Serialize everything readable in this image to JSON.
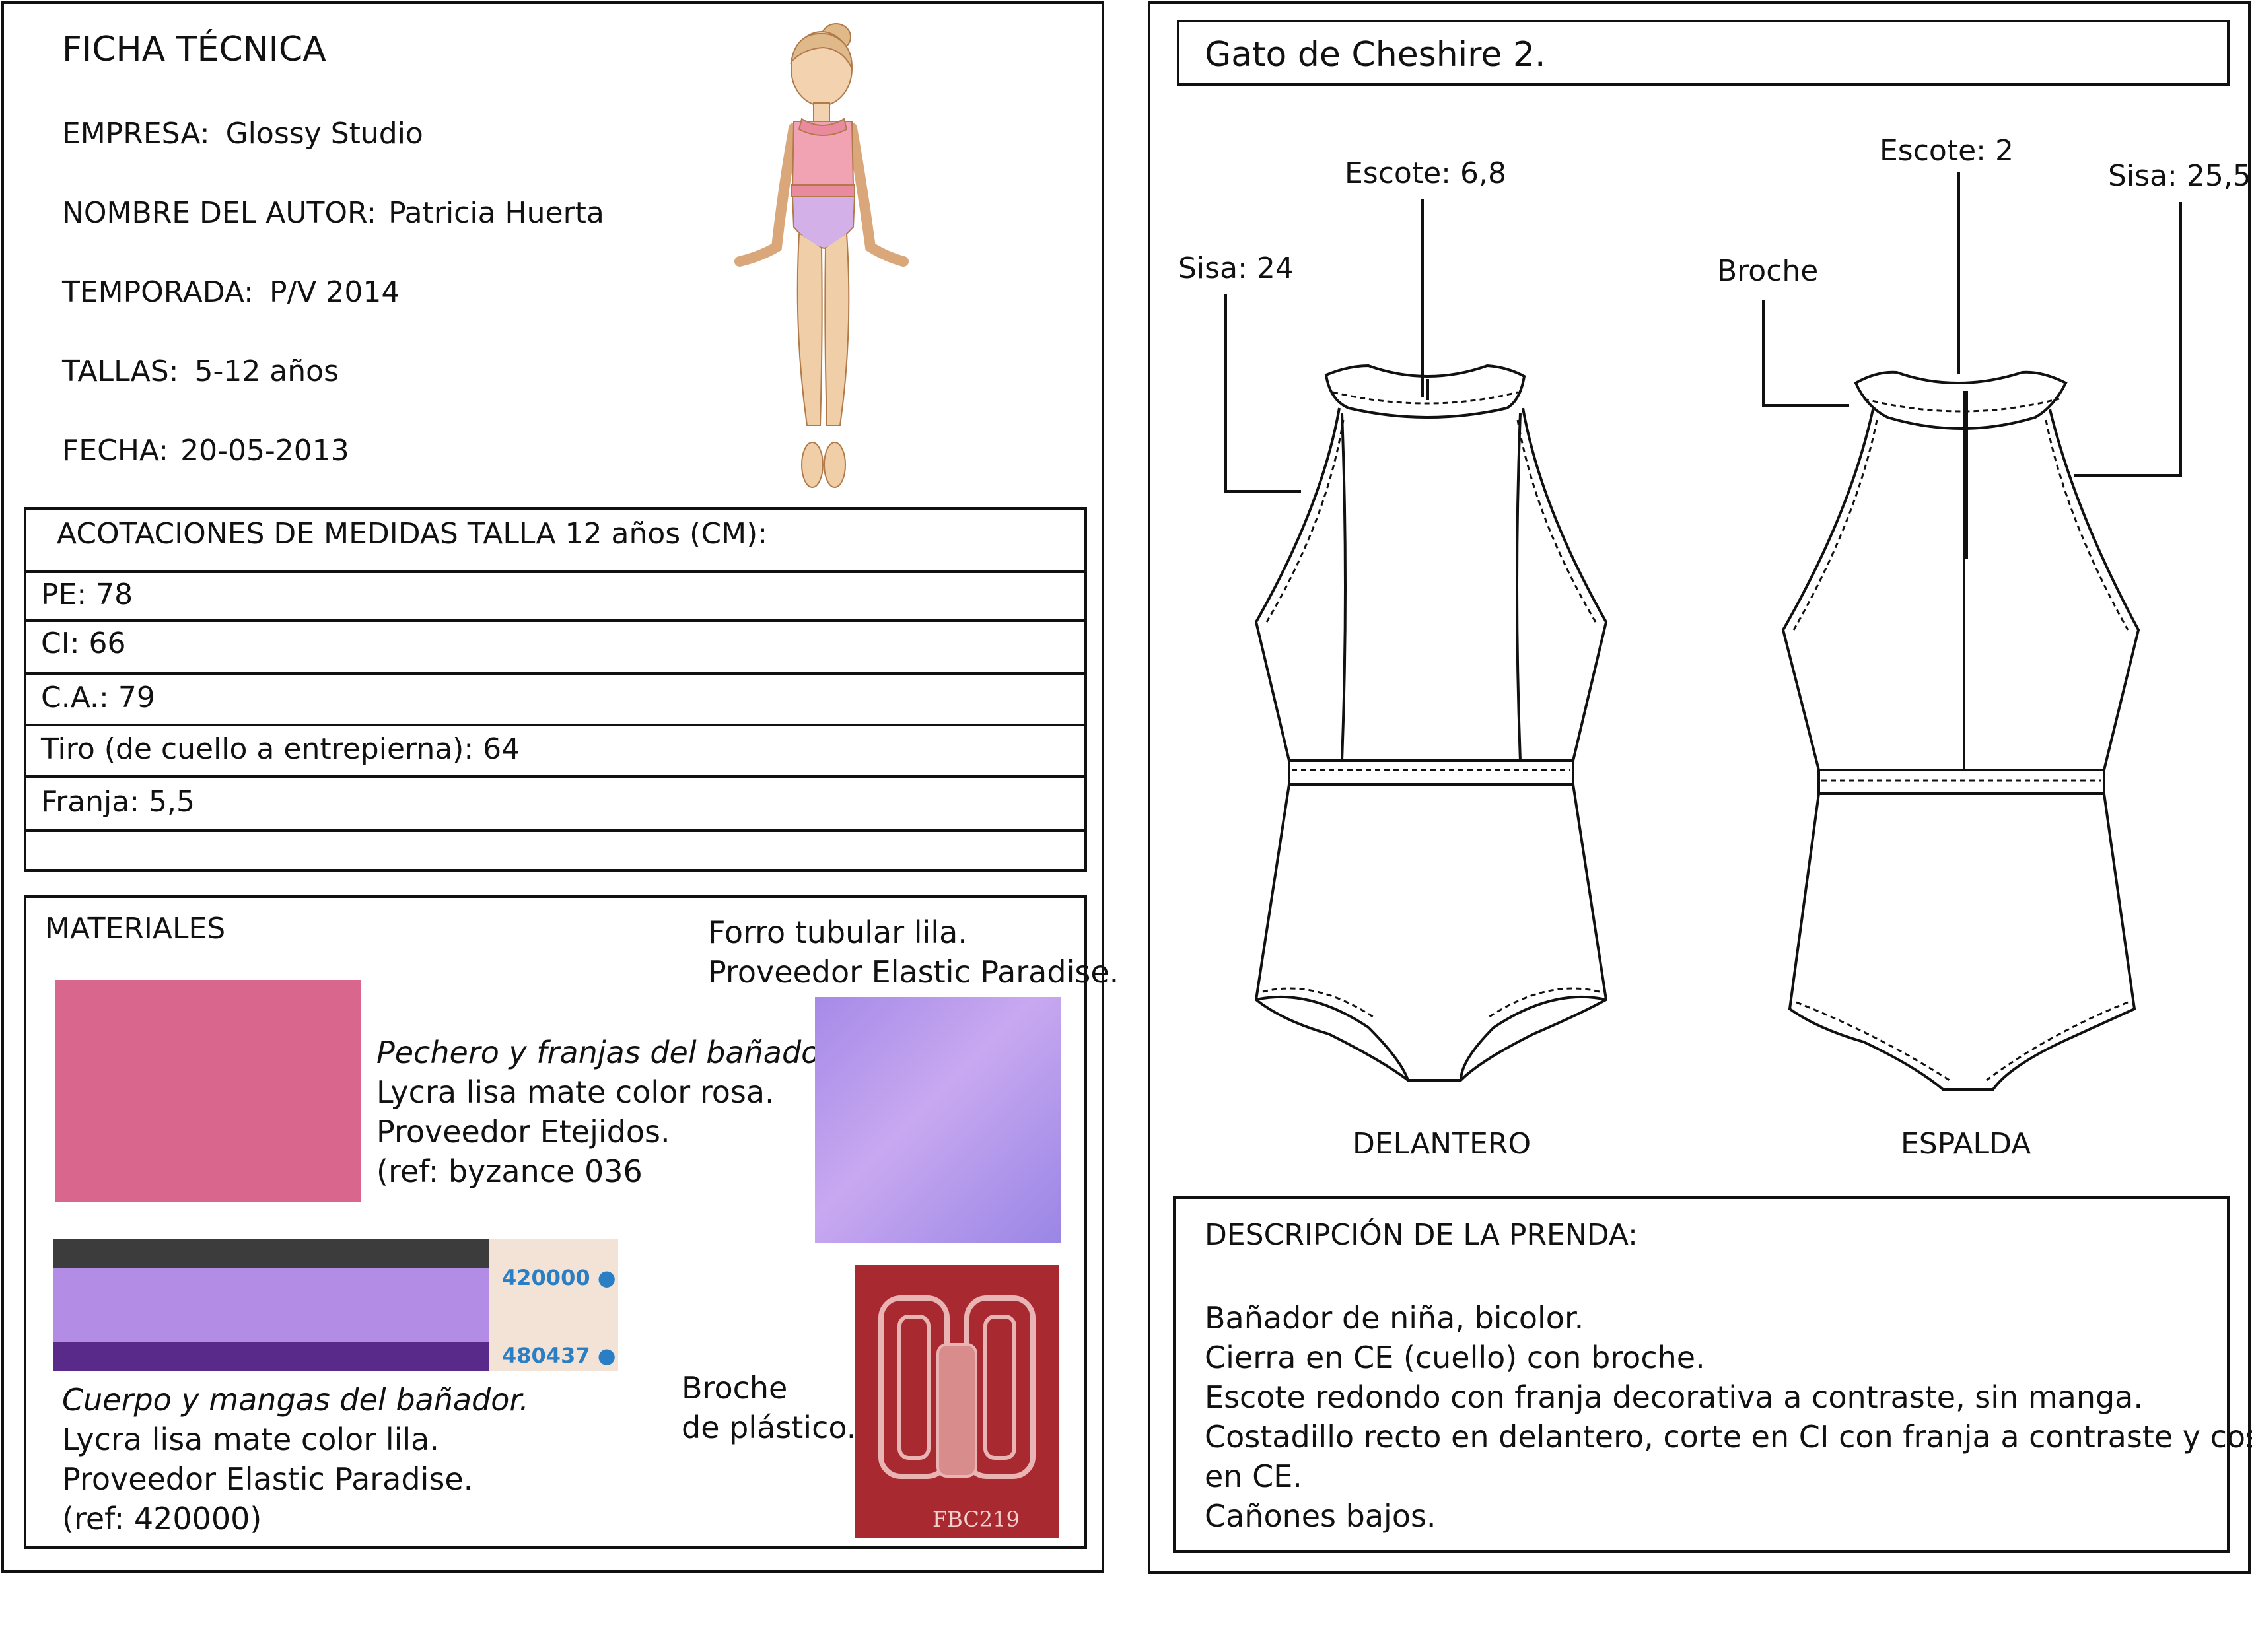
{
  "header": {
    "title": "FICHA TÉCNICA",
    "company_label": "EMPRESA:",
    "company": "Glossy Studio",
    "author_label": "NOMBRE DEL AUTOR:",
    "author": "Patricia Huerta",
    "season_label": "TEMPORADA:",
    "season": "P/V 2014",
    "sizes_label": "TALLAS:",
    "sizes": "5-12 años",
    "date_label": "FECHA:",
    "date": "20-05-2013"
  },
  "measures": {
    "title": "ACOTACIONES DE MEDIDAS TALLA 12 años (CM):",
    "rows": [
      "PE: 78",
      "CI: 66",
      "C.A.: 79",
      "Tiro (de cuello a entrepierna): 64",
      "Franja: 5,5"
    ]
  },
  "materials": {
    "title": "MATERIALES",
    "pink_lines": [
      "Pechero y franjas del bañador.",
      "Lycra lisa mate color rosa.",
      "Proveedor Etejidos.",
      "(ref: byzance 036"
    ],
    "lining_lines": [
      "Forro tubular lila.",
      "Proveedor Elastic Paradise."
    ],
    "lilac_lines": [
      "Cuerpo y mangas del bañador.",
      "Lycra lisa mate color lila.",
      "Proveedor Elastic Paradise.",
      "(ref: 420000)"
    ],
    "clasp_lines": [
      "Broche",
      "de plástico."
    ],
    "swatch_codes": [
      "420000",
      "480437"
    ],
    "clasp_code": "FBC219",
    "colors": {
      "pink": "#d9668c",
      "lilac": "#b38ce6",
      "purple_dark": "#5a2a8a",
      "clasp_bg": "#a82a30"
    }
  },
  "design": {
    "title": "Gato de Cheshire 2.",
    "labels": {
      "escote_front": "Escote: 6,8",
      "sisa_front": "Sisa: 24",
      "escote_back": "Escote: 2",
      "broche": "Broche",
      "sisa_back": "Sisa: 25,5"
    },
    "front_label": "DELANTERO",
    "back_label": "ESPALDA"
  },
  "description": {
    "title": "DESCRIPCIÓN DE LA PRENDA:",
    "lines": [
      "Bañador de niña, bicolor.",
      "Cierra en CE (cuello) con broche.",
      "Escote redondo con franja decorativa a contraste, sin manga.",
      "Costadillo recto en delantero, corte en CI con franja a contraste y costura",
      "en CE.",
      "Cañones bajos."
    ]
  }
}
